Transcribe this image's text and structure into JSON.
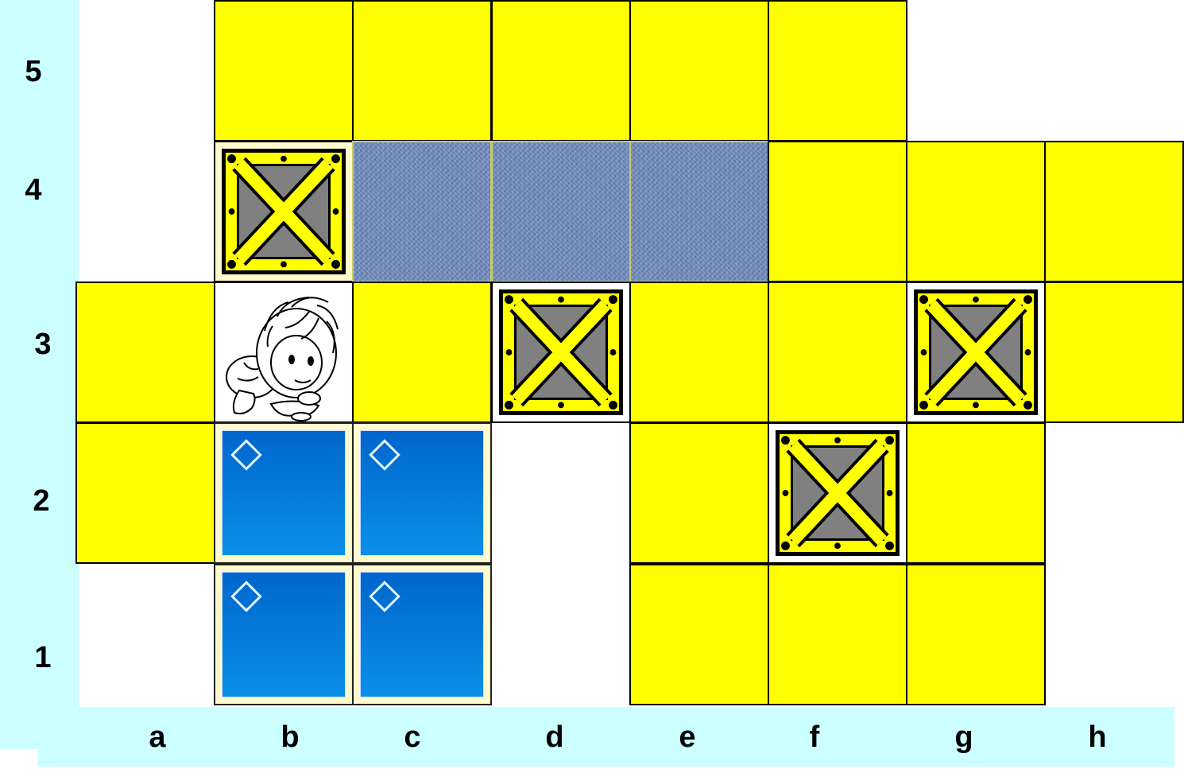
{
  "board": {
    "rows": [
      "5",
      "4",
      "3",
      "2",
      "1"
    ],
    "columns": [
      "a",
      "b",
      "c",
      "d",
      "e",
      "f",
      "g",
      "h"
    ],
    "cells": {
      "b5": "floor",
      "c5": "floor",
      "d5": "floor",
      "e5": "floor",
      "f5": "floor",
      "b4": "crate-on-floor",
      "c4": "wall",
      "d4": "wall",
      "e4": "wall",
      "f4": "floor",
      "g4": "floor",
      "h4": "floor",
      "a3": "floor",
      "b3": "player",
      "c3": "floor",
      "d3": "crate",
      "e3": "floor",
      "f3": "floor",
      "g3": "crate",
      "h3": "floor",
      "a2": "floor",
      "b2": "target",
      "c2": "target",
      "e2": "floor",
      "f2": "crate",
      "g2": "floor",
      "b1": "target",
      "c1": "target",
      "e1": "floor",
      "f1": "floor",
      "g1": "floor"
    }
  },
  "colors": {
    "floor": "#ffff00",
    "side_panel": "#ccffff",
    "target": "#0077dd",
    "crate_core": "#808080"
  },
  "icons": {
    "player": "boy-character-icon",
    "crate": "crate-icon",
    "target": "diamond-target-icon"
  }
}
